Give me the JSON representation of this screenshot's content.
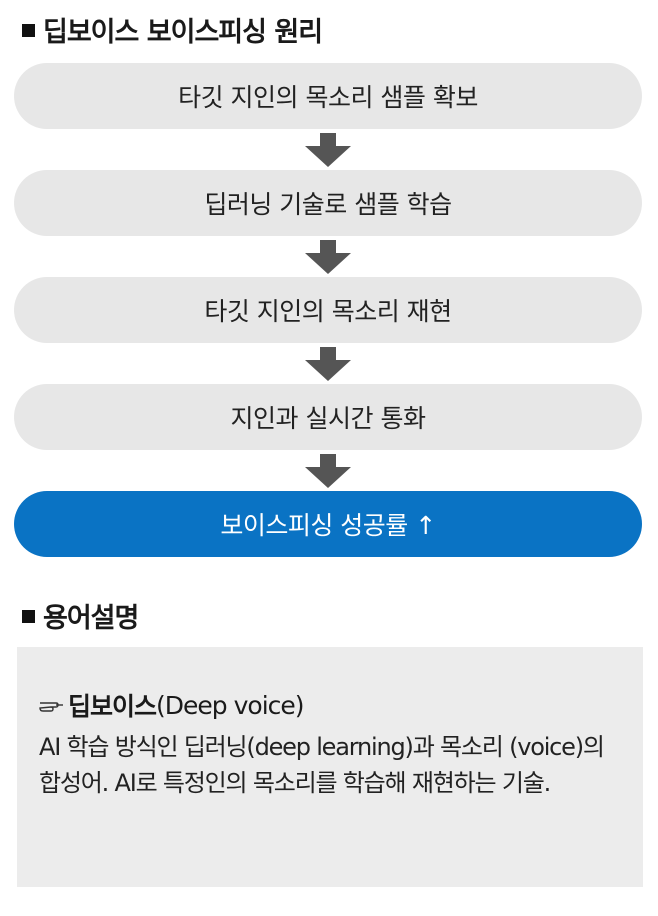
{
  "title": "딥보이스 보이스피싱 원리",
  "flow_steps": [
    "타깃 지인의 목소리 샘플 확보",
    "딥러닝 기술로 샘플 학습",
    "타깃 지인의 목소리 재현",
    "지인과 실시간 통화"
  ],
  "result": "보이스피싱 성공률 ↑",
  "glossary": {
    "heading": "용어설명",
    "term_korean": "딥보이스",
    "term_english": "(Deep voice)",
    "definition": " AI 학습 방식인 딥러닝(deep learning)과 목소리 (voice)의 합성어. AI로 특정인의 목소리를 학습해 재현하는 기술."
  },
  "colors": {
    "step_background": "#e7e7e7",
    "arrow": "#555555",
    "result_background": "#0a73c4",
    "glossary_background": "#ececec"
  },
  "icons": {
    "section_marker": "black-square",
    "term_marker": "pointing-hand-icon"
  }
}
